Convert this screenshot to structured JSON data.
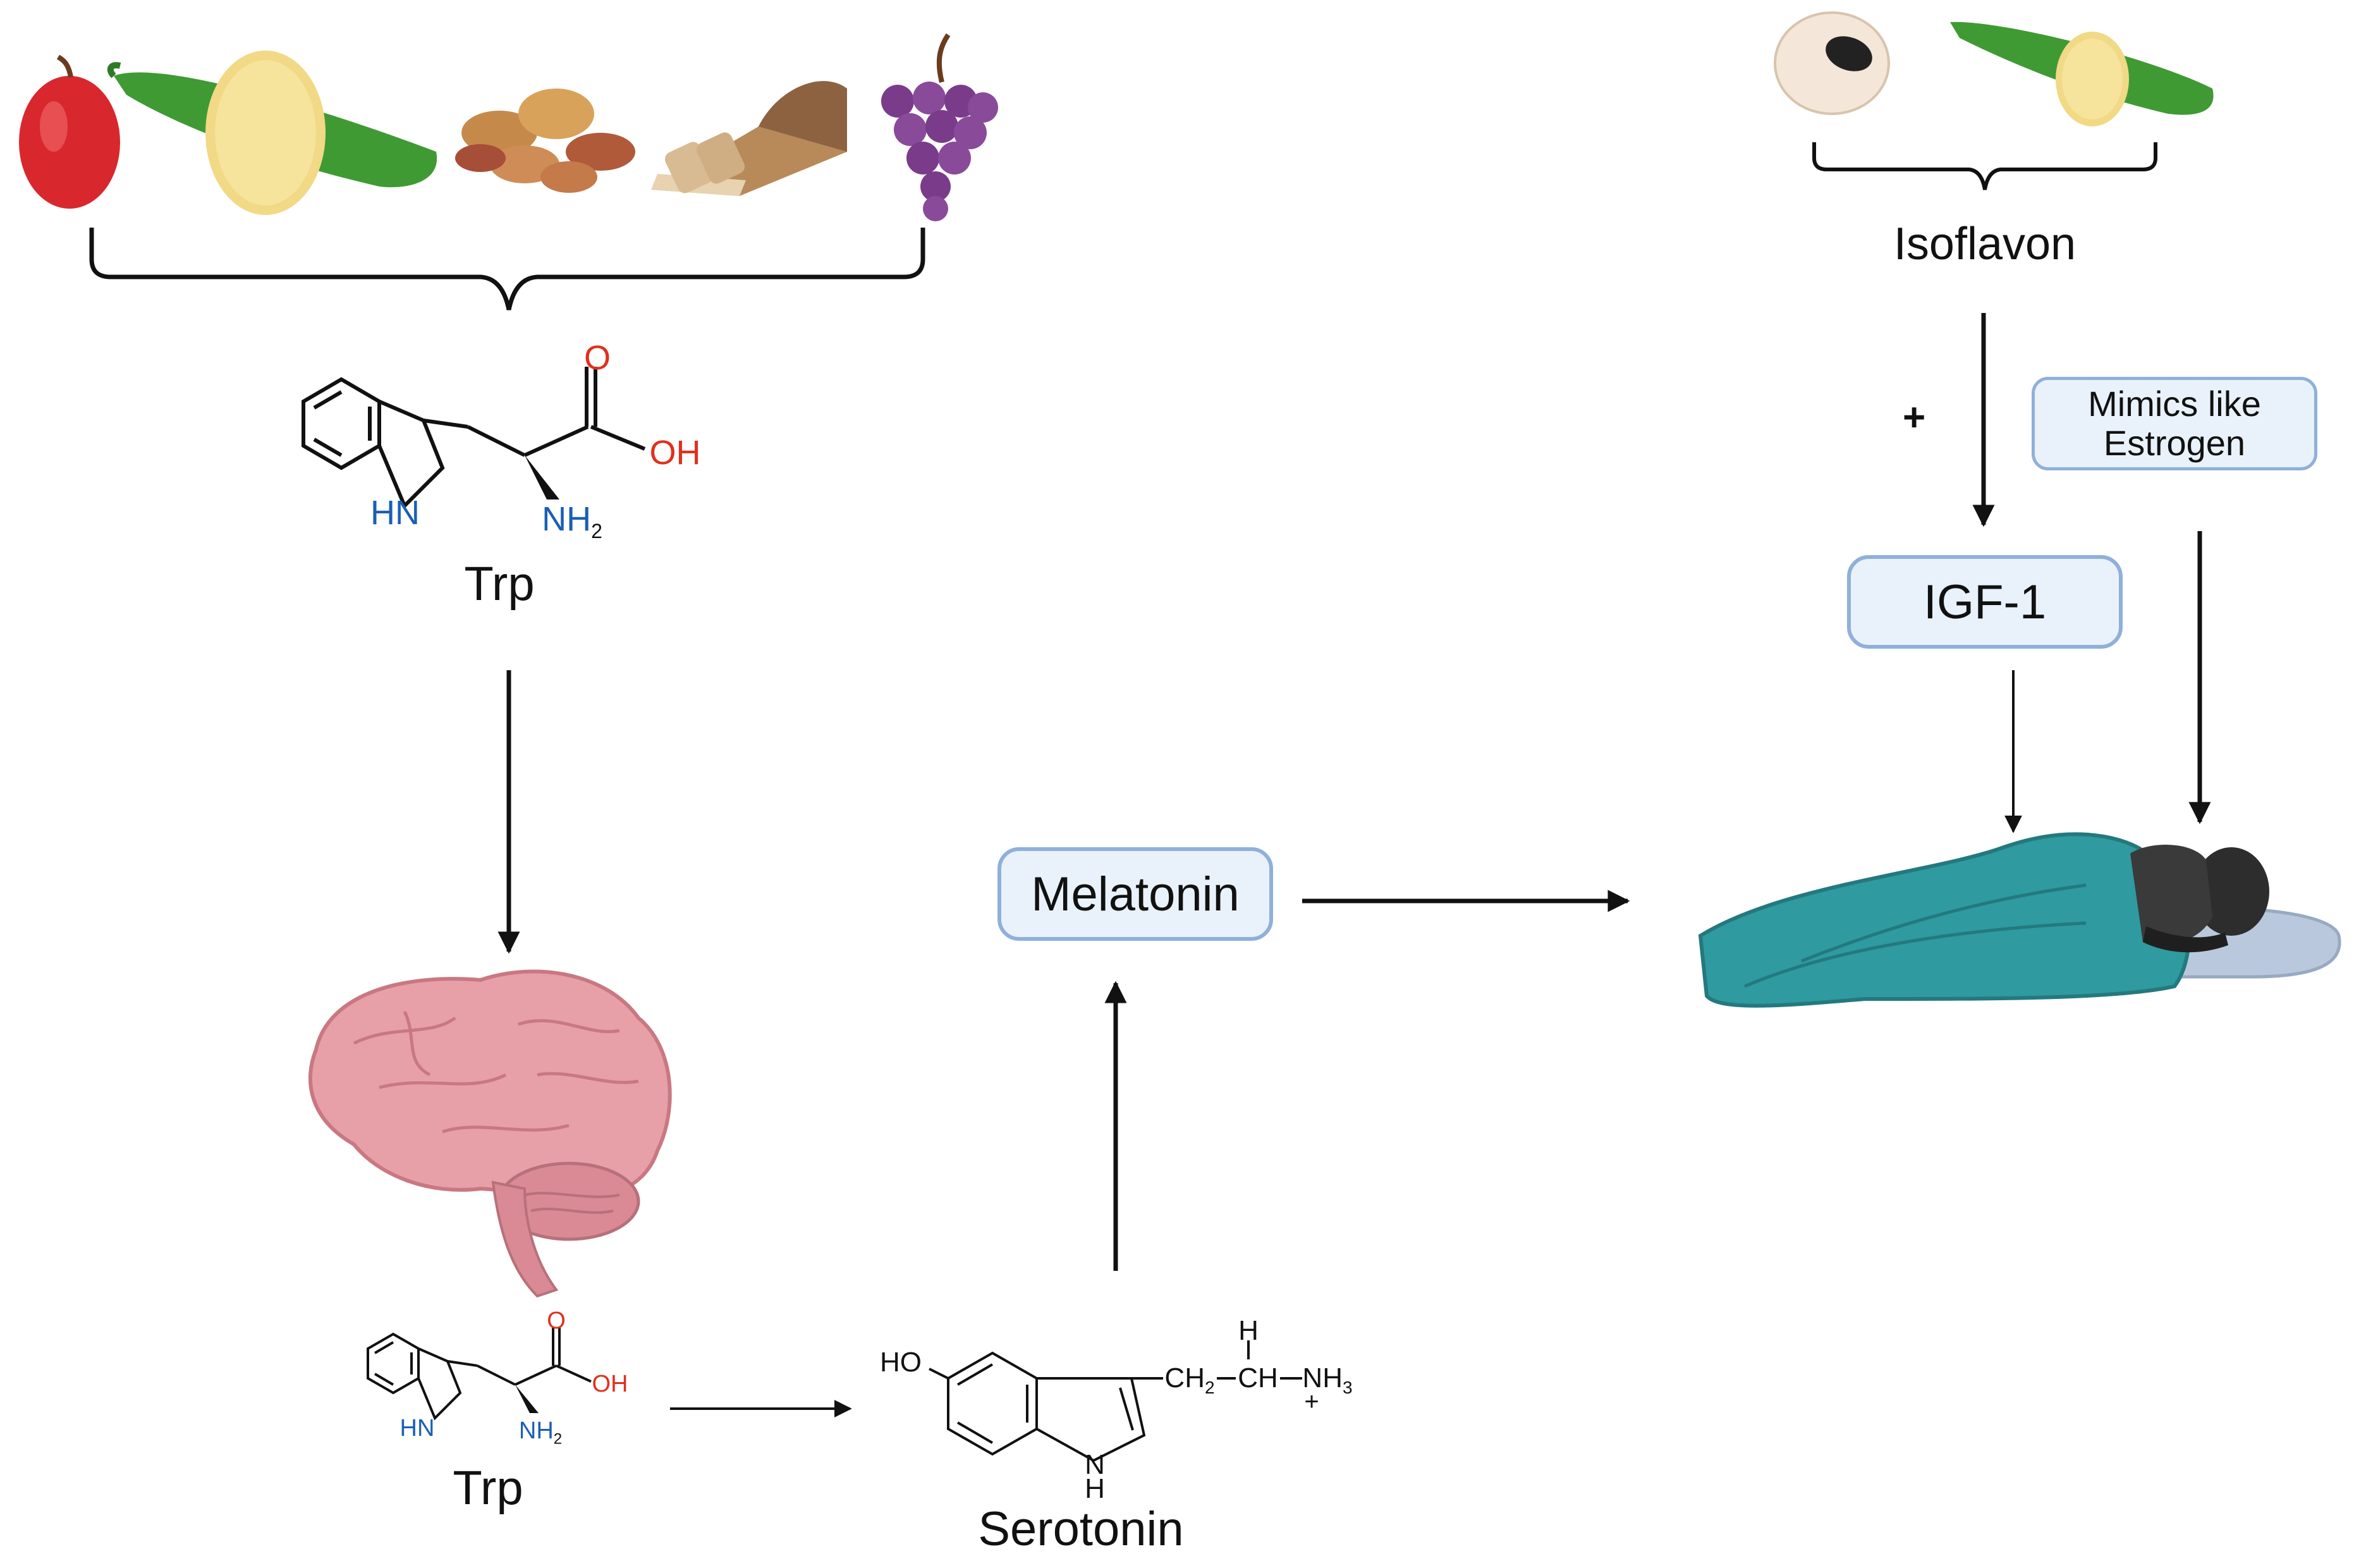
{
  "labels": {
    "trp_top": "Trp",
    "trp_bottom": "Trp",
    "serotonin": "Serotonin",
    "melatonin": "Melatonin",
    "isoflavon": "Isoflavon",
    "igf1": "IGF-1",
    "mimics_line1": "Mimics like",
    "mimics_line2": "Estrogen",
    "plus": "+"
  },
  "chem": {
    "oxygen": "O",
    "hydroxyl": "OH",
    "amine_hn": "HN",
    "nh": "NH",
    "sub2": "2",
    "ho": "HO",
    "ch2": "CH",
    "ch": "CH",
    "nh3": "NH",
    "sub3": "3",
    "h_top": "H",
    "h_ring": "H",
    "n_ring": "N",
    "plus_charge": "+"
  },
  "icons": [
    "apple-icon",
    "soybean-pod-icon",
    "peanuts-icon",
    "bread-icon",
    "grapes-icon",
    "brain-icon",
    "sleeping-person-icon",
    "bean-icon"
  ],
  "colors": {
    "box_fill": "#e9f2fb",
    "box_border": "#8fb0da",
    "oxygen_red": "#e0301e",
    "nitrogen_blue": "#1a5fb4",
    "blanket_teal": "#2f9aa0",
    "brain_pink": "#e8a0a8"
  }
}
